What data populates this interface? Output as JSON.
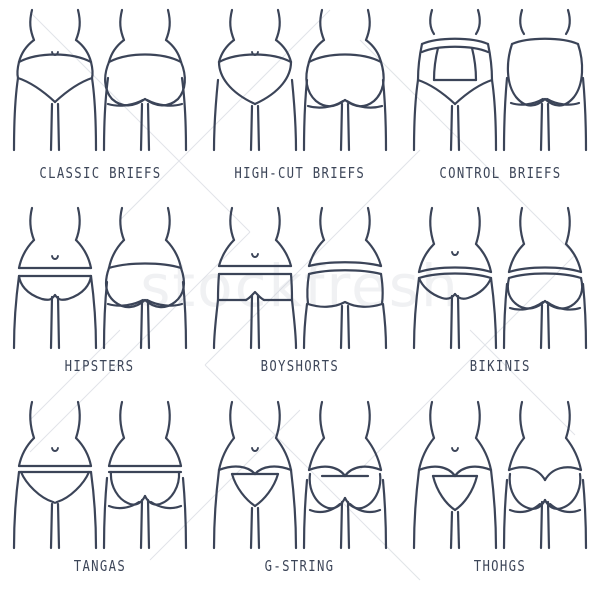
{
  "poster": {
    "title": "Women's underwear types infographic",
    "line_color": "#3b4458",
    "text_color": "#3d4659",
    "background": "#ffffff",
    "watermark_text": "stockfresh"
  },
  "grid": {
    "columns": 3,
    "rows": 3
  },
  "items": [
    {
      "id": "classic-briefs",
      "label": "CLASSIC  BRIEFS",
      "row": 1,
      "col": 1,
      "views": [
        "front",
        "back"
      ]
    },
    {
      "id": "high-cut-briefs",
      "label": "HIGH-CUT BRIEFS",
      "row": 1,
      "col": 2,
      "views": [
        "front",
        "back"
      ]
    },
    {
      "id": "control-briefs",
      "label": "CONTROL  BRIEFS",
      "row": 1,
      "col": 3,
      "views": [
        "front",
        "back"
      ]
    },
    {
      "id": "hipsters",
      "label": "HIPSTERS",
      "row": 2,
      "col": 1,
      "views": [
        "front",
        "back"
      ]
    },
    {
      "id": "boyshorts",
      "label": "BOYSHORTS",
      "row": 2,
      "col": 2,
      "views": [
        "front",
        "back"
      ]
    },
    {
      "id": "bikinis",
      "label": "BIKINIS",
      "row": 2,
      "col": 3,
      "views": [
        "front",
        "back"
      ]
    },
    {
      "id": "tangas",
      "label": "TANGAS",
      "row": 3,
      "col": 1,
      "views": [
        "front",
        "back"
      ]
    },
    {
      "id": "g-string",
      "label": "G-STRING",
      "row": 3,
      "col": 2,
      "views": [
        "front",
        "back"
      ]
    },
    {
      "id": "thohgs",
      "label": "THOHGS",
      "row": 3,
      "col": 3,
      "views": [
        "front",
        "back"
      ]
    }
  ]
}
